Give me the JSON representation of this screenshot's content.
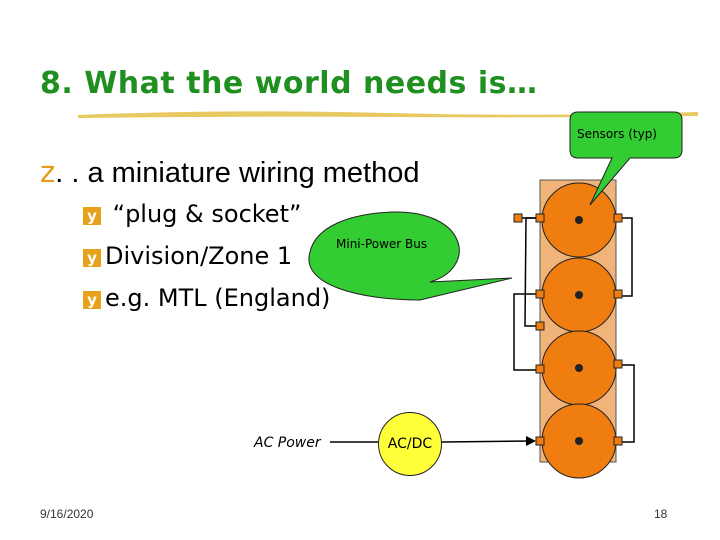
{
  "slide": {
    "title": "8. What the world needs is…",
    "subtitle_bullet": "z",
    "subtitle": ". . a miniature wiring method",
    "bullet_glyph": "y",
    "bullets": [
      {
        "text": " “plug & socket”"
      },
      {
        "text": "Division/Zone 1"
      },
      {
        "text": "e.g. MTL (England)"
      }
    ],
    "callouts": {
      "sensors": "Sensors (typ)",
      "bus": "Mini-Power Bus"
    },
    "ac_power": "AC Power",
    "acdc": "AC/DC",
    "footer": {
      "date": "9/16/2020",
      "page": "18"
    }
  },
  "colors": {
    "title": "#1f8f1f",
    "callout_fill": "#33cc33",
    "sensor_fill": "#f07d10",
    "panel_fill": "#f0b37a",
    "acdc_fill": "#ffff3a",
    "bullet": "#e8a11a"
  }
}
